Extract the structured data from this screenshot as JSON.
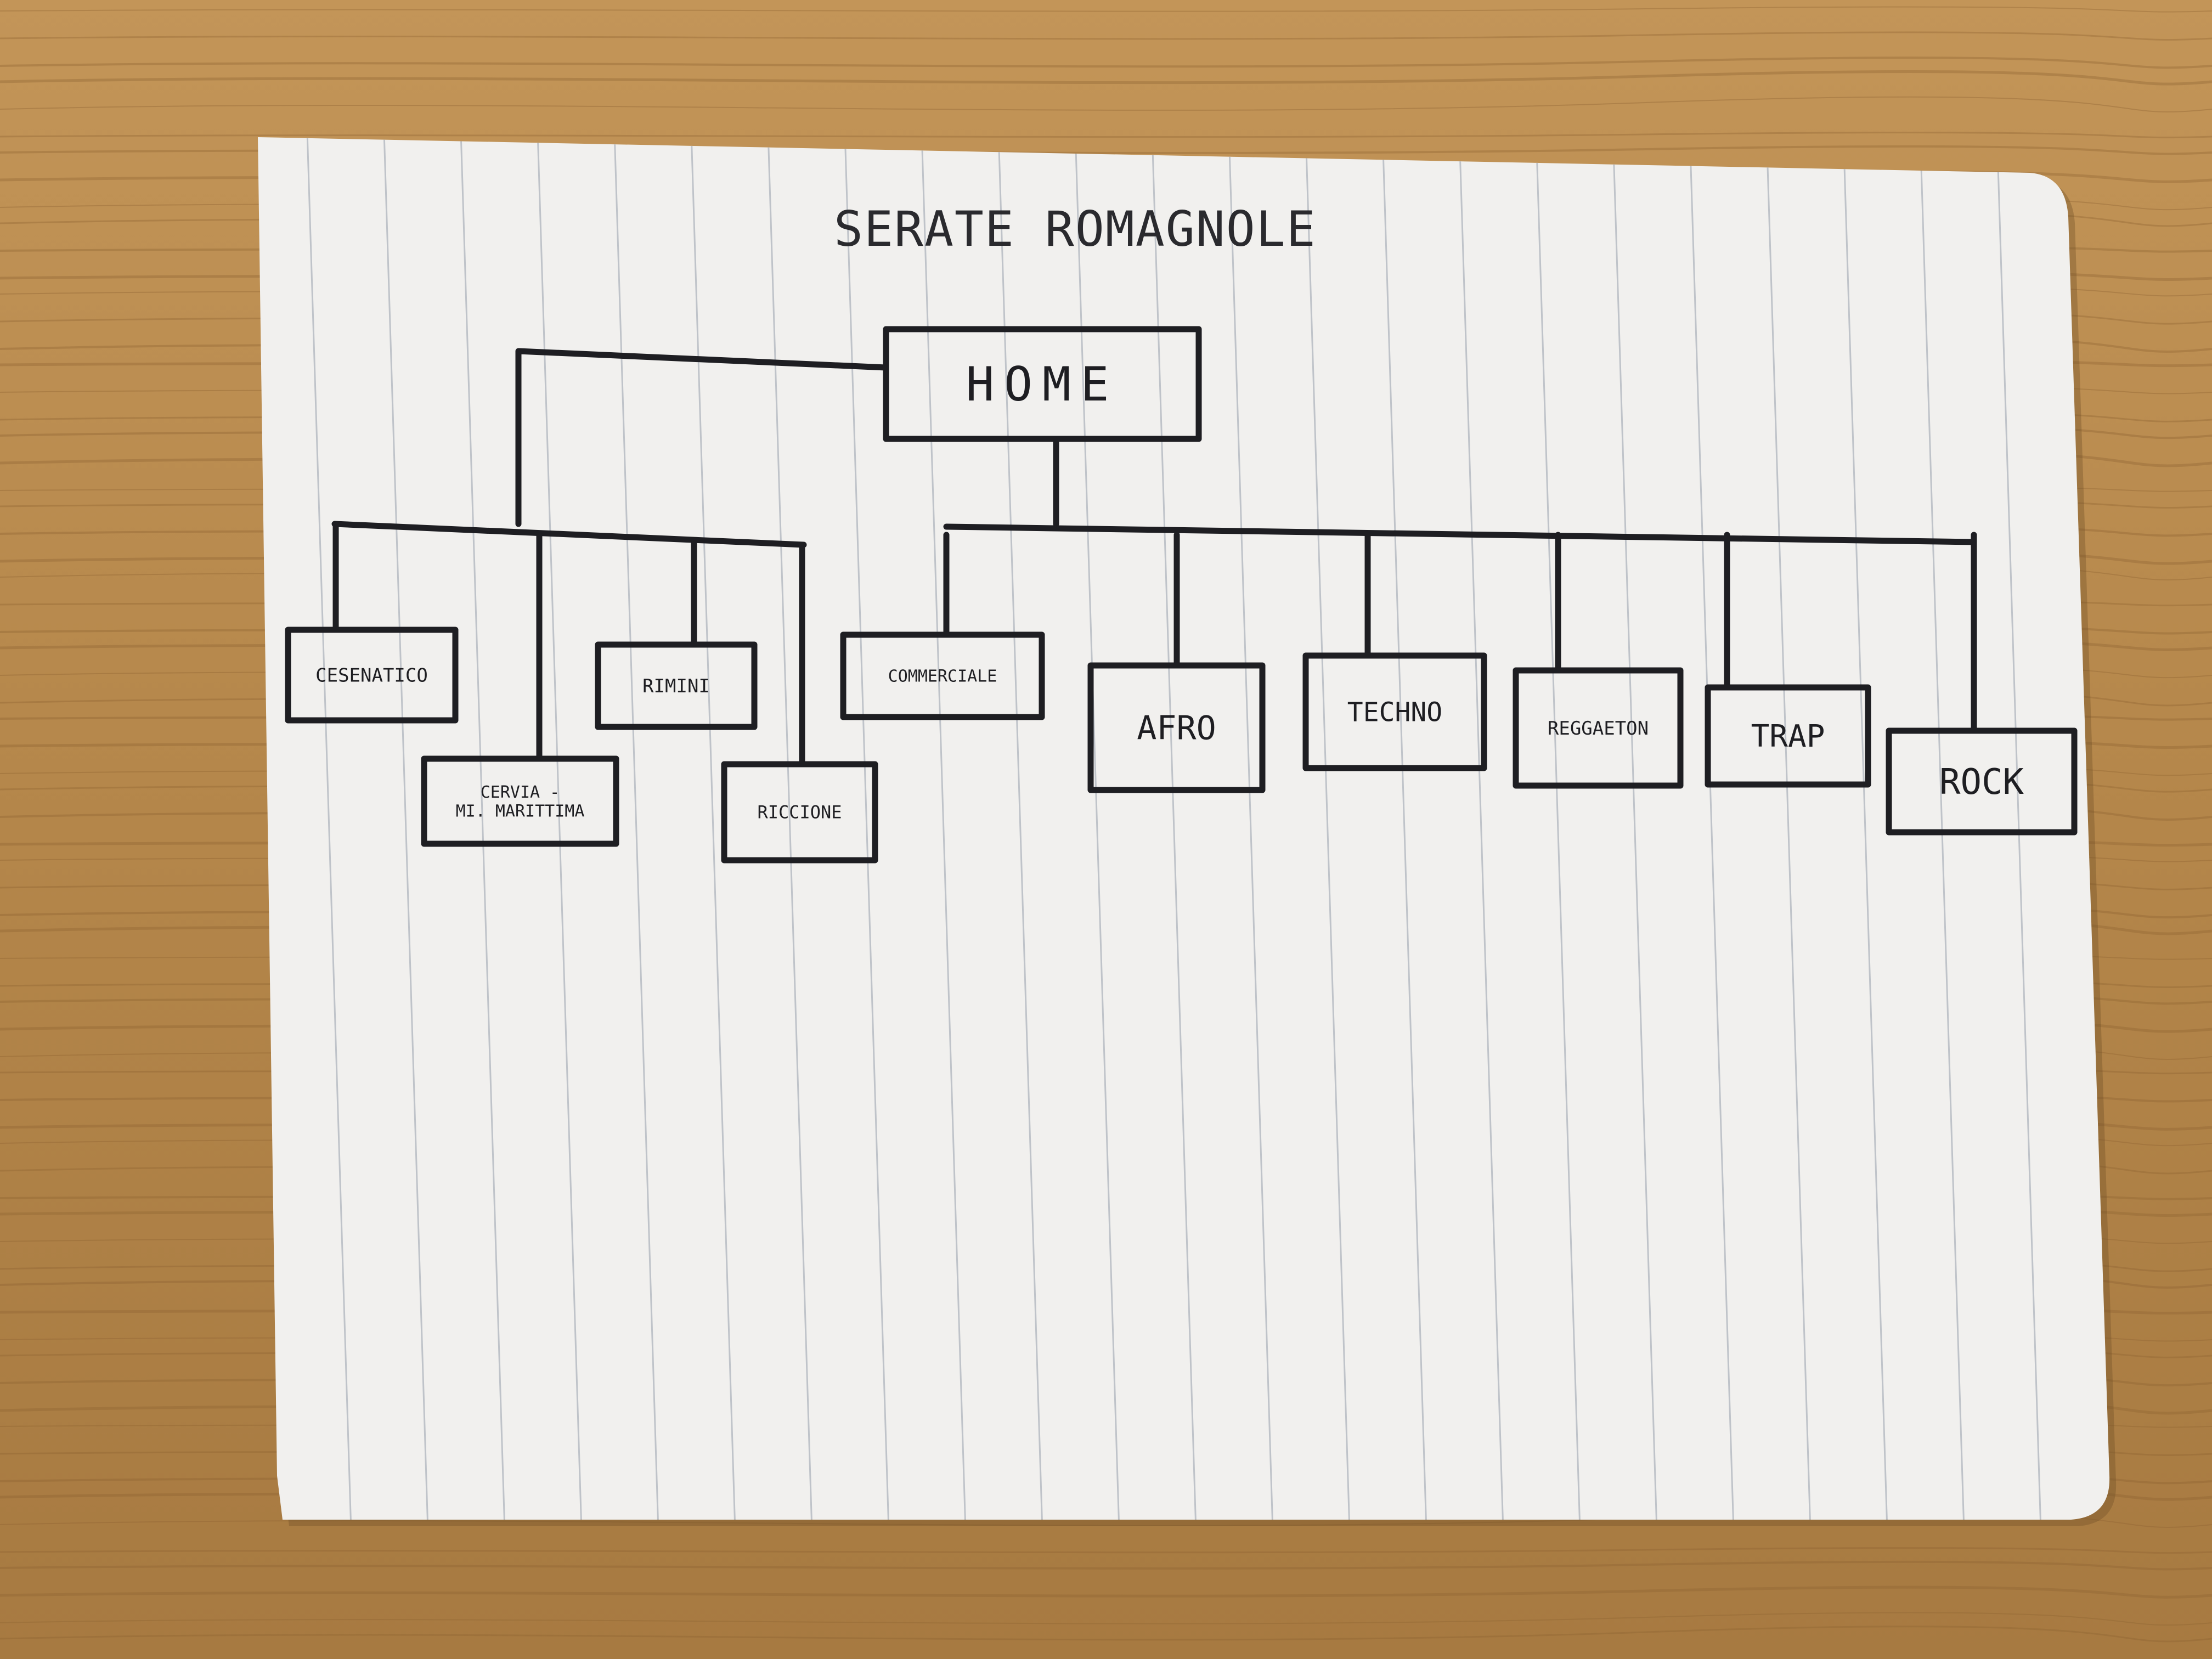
{
  "diagram": {
    "title": "SERATE ROMAGNOLE",
    "root": {
      "id": "home",
      "label": "HOME"
    },
    "branches": [
      {
        "id": "locations",
        "children": [
          {
            "id": "cesenatico",
            "label": "CESENATICO"
          },
          {
            "id": "cervia",
            "label": "CERVIA - MI. MARITTIMA"
          },
          {
            "id": "rimini",
            "label": "RIMINI"
          },
          {
            "id": "riccione",
            "label": "RICCIONE"
          }
        ]
      },
      {
        "id": "genres",
        "children": [
          {
            "id": "commerciale",
            "label": "COMMERCIALE"
          },
          {
            "id": "afro",
            "label": "AFRO"
          },
          {
            "id": "techno",
            "label": "TECHNO"
          },
          {
            "id": "reggaeton",
            "label": "REGGAETON"
          },
          {
            "id": "trap",
            "label": "TRAP"
          },
          {
            "id": "rock",
            "label": "ROCK"
          }
        ]
      }
    ]
  },
  "colors": {
    "desk": "#b98a4e",
    "paper": "#f1f0ee",
    "ink": "#1e1e22",
    "rule": "#bfc3c9"
  }
}
